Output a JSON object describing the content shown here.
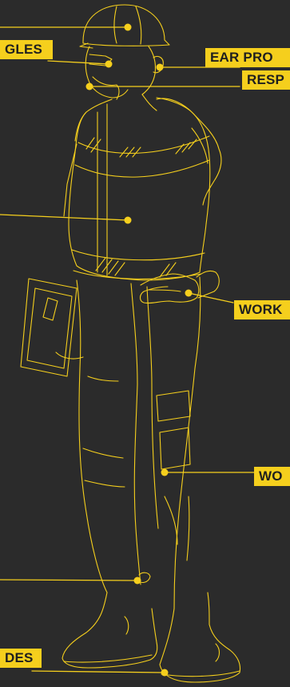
{
  "colors": {
    "background": "#2b2b2b",
    "line": "#f5cf1d",
    "label_bg": "#f5cf1d",
    "label_text": "#1f1f1f"
  },
  "labels": {
    "goggles": "GLES",
    "ear_protection": "EAR PRO",
    "respirator": "RESP",
    "work_gloves": "WORK",
    "work_trousers": "WO",
    "shoes": "DES"
  }
}
